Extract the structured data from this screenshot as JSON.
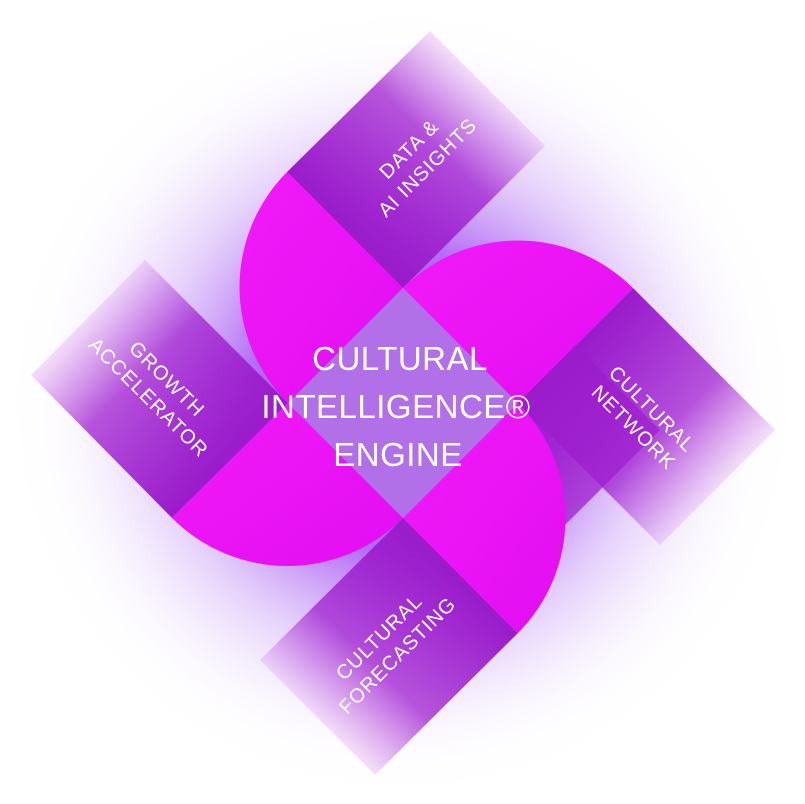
{
  "center": {
    "line1": "CULTURAL",
    "line2": "INTELLIGENCE®",
    "line3": "ENGINE"
  },
  "arms": {
    "data_ai": {
      "line1": "DATA &",
      "line2": "AI INSIGHTS"
    },
    "network": {
      "line1": "CULTURAL",
      "line2": "NETWORK"
    },
    "forecasting": {
      "line1": "CULTURAL",
      "line2": "FORECASTING"
    },
    "growth": {
      "line1": "GROWTH",
      "line2": "ACCELERATOR"
    }
  },
  "colors": {
    "magenta": "#ee12f5",
    "purple": "#9a1ccb",
    "center": "#b778ea",
    "glow": "#9a3df0"
  }
}
